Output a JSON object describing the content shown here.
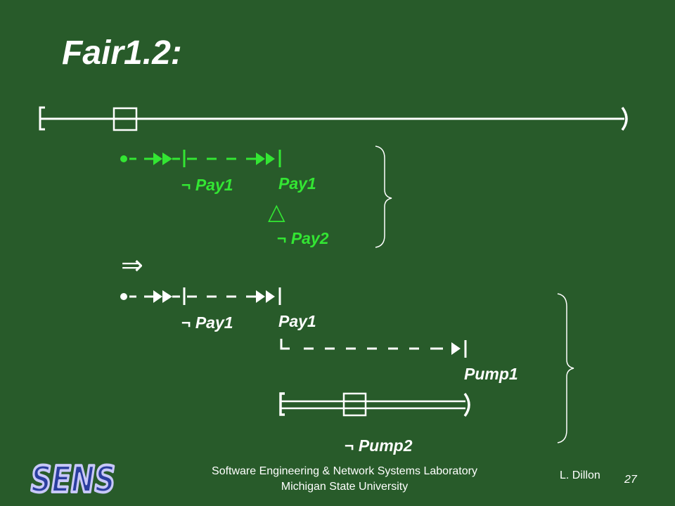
{
  "slide": {
    "title": "Fair1.2:",
    "labels": {
      "not_pay1_a": "¬ Pay1",
      "pay1_a": "Pay1",
      "and_symbol": "△",
      "not_pay2": "¬ Pay2",
      "implies": "⇒",
      "not_pay1_b": "¬ Pay1",
      "pay1_b": "Pay1",
      "pump1": "Pump1",
      "not_pump2": "¬ Pump2"
    },
    "colors": {
      "background": "#285B2A",
      "highlight": "#33E633",
      "text": "#FFFFFF"
    }
  },
  "footer": {
    "logo": "SENS",
    "lab_line1": "Software Engineering & Network Systems Laboratory",
    "lab_line2": "Michigan State University",
    "author": "L. Dillon",
    "page": "27"
  }
}
